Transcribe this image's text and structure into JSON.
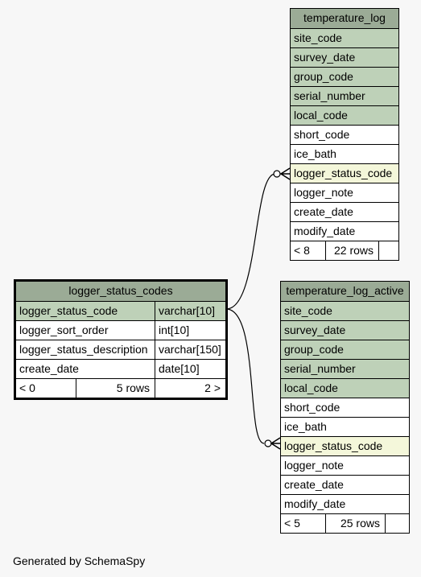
{
  "focus_table": {
    "name": "logger_status_codes",
    "columns": [
      {
        "name": "logger_status_code",
        "type": "varchar[10]"
      },
      {
        "name": "logger_sort_order",
        "type": "int[10]"
      },
      {
        "name": "logger_status_description",
        "type": "varchar[150]"
      },
      {
        "name": "create_date",
        "type": "date[10]"
      }
    ],
    "footer": {
      "parents": "< 0",
      "rows": "5 rows",
      "children": "2 >"
    }
  },
  "temperature_log": {
    "name": "temperature_log",
    "columns": [
      "site_code",
      "survey_date",
      "group_code",
      "serial_number",
      "local_code",
      "short_code",
      "ice_bath",
      "logger_status_code",
      "logger_note",
      "create_date",
      "modify_date"
    ],
    "footer": {
      "parents": "< 8",
      "rows": "22 rows"
    }
  },
  "temperature_log_active": {
    "name": "temperature_log_active",
    "columns": [
      "site_code",
      "survey_date",
      "group_code",
      "serial_number",
      "local_code",
      "short_code",
      "ice_bath",
      "logger_status_code",
      "logger_note",
      "create_date",
      "modify_date"
    ],
    "footer": {
      "parents": "< 5",
      "rows": "25 rows"
    }
  },
  "footer_text": "Generated by SchemaSpy"
}
